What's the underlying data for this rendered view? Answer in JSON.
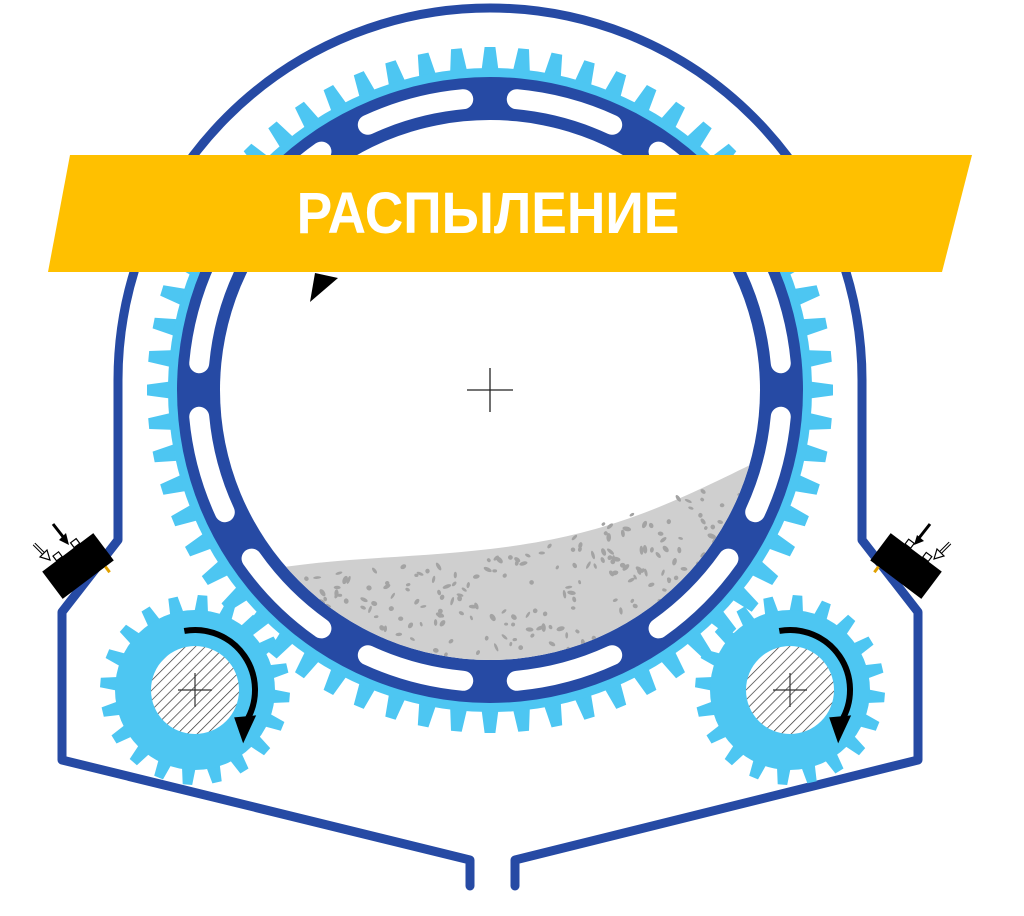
{
  "title": {
    "label": "РАСПЫЛЕНИЕ",
    "banner_color": "#FFC000",
    "text_color": "#FFFFFF"
  },
  "colors": {
    "housing": "#264AA4",
    "ring": "#264AA4",
    "gear_teeth": "#4DC6F2",
    "material": "#CFCFCF",
    "material_particles": "#A3A3A3",
    "sensor_body": "#000000",
    "sensor_pin": "#E0A000"
  },
  "components": {
    "drum": {
      "name": "rotating drum",
      "center_mark": "crosshair"
    },
    "ring_gear": {
      "name": "drum ring gear",
      "slots": 12
    },
    "pinions": [
      {
        "name": "left drive pinion",
        "rotation": "clockwise"
      },
      {
        "name": "right drive pinion",
        "rotation": "clockwise"
      }
    ],
    "sensors": [
      {
        "name": "left sensor",
        "arrows": [
          "in",
          "out"
        ]
      },
      {
        "name": "right sensor",
        "arrows": [
          "in",
          "out"
        ]
      }
    ],
    "nozzle": {
      "name": "spray nozzle"
    },
    "outlet": {
      "name": "bottom outlet"
    }
  }
}
